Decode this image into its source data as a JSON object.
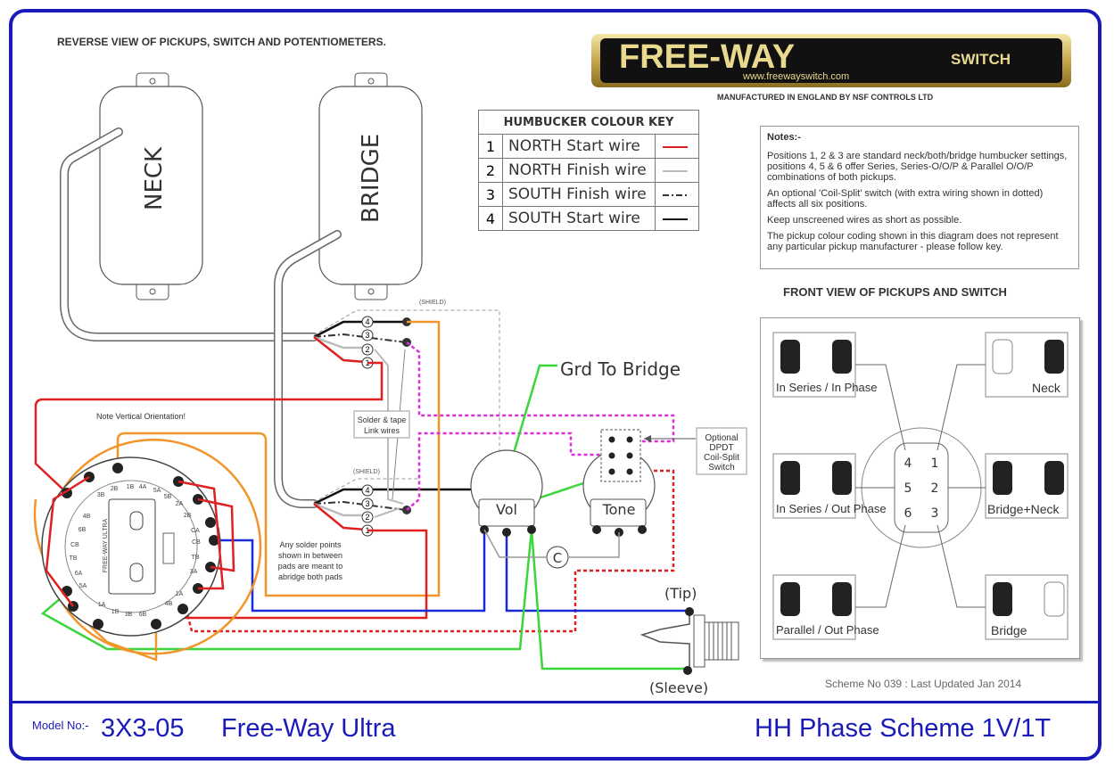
{
  "header": {
    "title": "REVERSE VIEW OF PICKUPS, SWITCH AND POTENTIOMETERS.",
    "logo_main": "FREE-WAY",
    "logo_switch": "SWITCH",
    "logo_url": "www.freewayswitch.com",
    "manufacturer": "MANUFACTURED IN ENGLAND BY NSF CONTROLS LTD"
  },
  "pickups": {
    "neck": "NECK",
    "bridge": "BRIDGE"
  },
  "colour_key": {
    "title": "HUMBUCKER COLOUR KEY",
    "rows": [
      {
        "num": "1",
        "label": "NORTH Start wire",
        "color": "#e02020",
        "style": "solid"
      },
      {
        "num": "2",
        "label": "NORTH Finish wire",
        "color": "#bbbbbb",
        "style": "solid"
      },
      {
        "num": "3",
        "label": "SOUTH Finish wire",
        "color": "#333333",
        "style": "dashdot"
      },
      {
        "num": "4",
        "label": "SOUTH Start wire",
        "color": "#111111",
        "style": "solid"
      }
    ]
  },
  "notes": {
    "heading": "Notes:-",
    "items": [
      "Positions 1, 2 & 3 are standard neck/both/bridge humbucker settings, positions 4, 5 & 6 offer Series, Series-O/O/P & Parallel O/O/P combinations of both pickups.",
      "An optional 'Coil-Split' switch (with extra wiring shown in dotted) affects all six positions.",
      "Keep unscreened wires as short as possible.",
      "The pickup colour coding shown in this diagram does not represent any particular pickup manufacturer - please follow key."
    ]
  },
  "front_view": {
    "title": "FRONT VIEW OF PICKUPS AND SWITCH",
    "boxes": [
      "In Series / In Phase",
      "Neck",
      "In Series / Out Phase",
      "Bridge+Neck",
      "Parallel / Out Phase",
      "Bridge"
    ],
    "positions": [
      "4",
      "1",
      "5",
      "2",
      "6",
      "3"
    ]
  },
  "wiring": {
    "shield": "(SHIELD)",
    "shield2": "(SHIELD)",
    "grd": "Grd To Bridge",
    "solder_tape_1": "Solder & tape",
    "solder_tape_2": "Link wires",
    "vertical": "Note Vertical Orientation!",
    "solder_note": [
      "Any solder points",
      "shown in between",
      "pads are meant to",
      "abridge both pads"
    ],
    "optional": [
      "Optional",
      "DPDT",
      "Coil-Split",
      "Switch"
    ],
    "vol": "Vol",
    "tone": "Tone",
    "cap": "C",
    "tip": "(Tip)",
    "sleeve": "(Sleeve)",
    "switch_body": "FREE-WAY ULTRA",
    "pads": [
      "1B",
      "1A",
      "2B",
      "2A",
      "3B",
      "3A",
      "4B",
      "4A",
      "5B",
      "5A",
      "6B",
      "6A",
      "CB",
      "CA",
      "TB",
      "TA"
    ],
    "wire_nums": [
      "4",
      "3",
      "2",
      "1"
    ]
  },
  "footer": {
    "scheme": "Scheme No 039 : Last Updated Jan 2014",
    "model_label": "Model No:-",
    "model": "3X3-05",
    "product": "Free-Way Ultra",
    "scheme_name": "HH Phase Scheme 1V/1T"
  },
  "colors": {
    "frame": "#1a1ab8",
    "red": "#e02020",
    "orange": "#f0962a",
    "green": "#3bd63b",
    "blue": "#1a2ad6",
    "magenta": "#d930d9"
  }
}
